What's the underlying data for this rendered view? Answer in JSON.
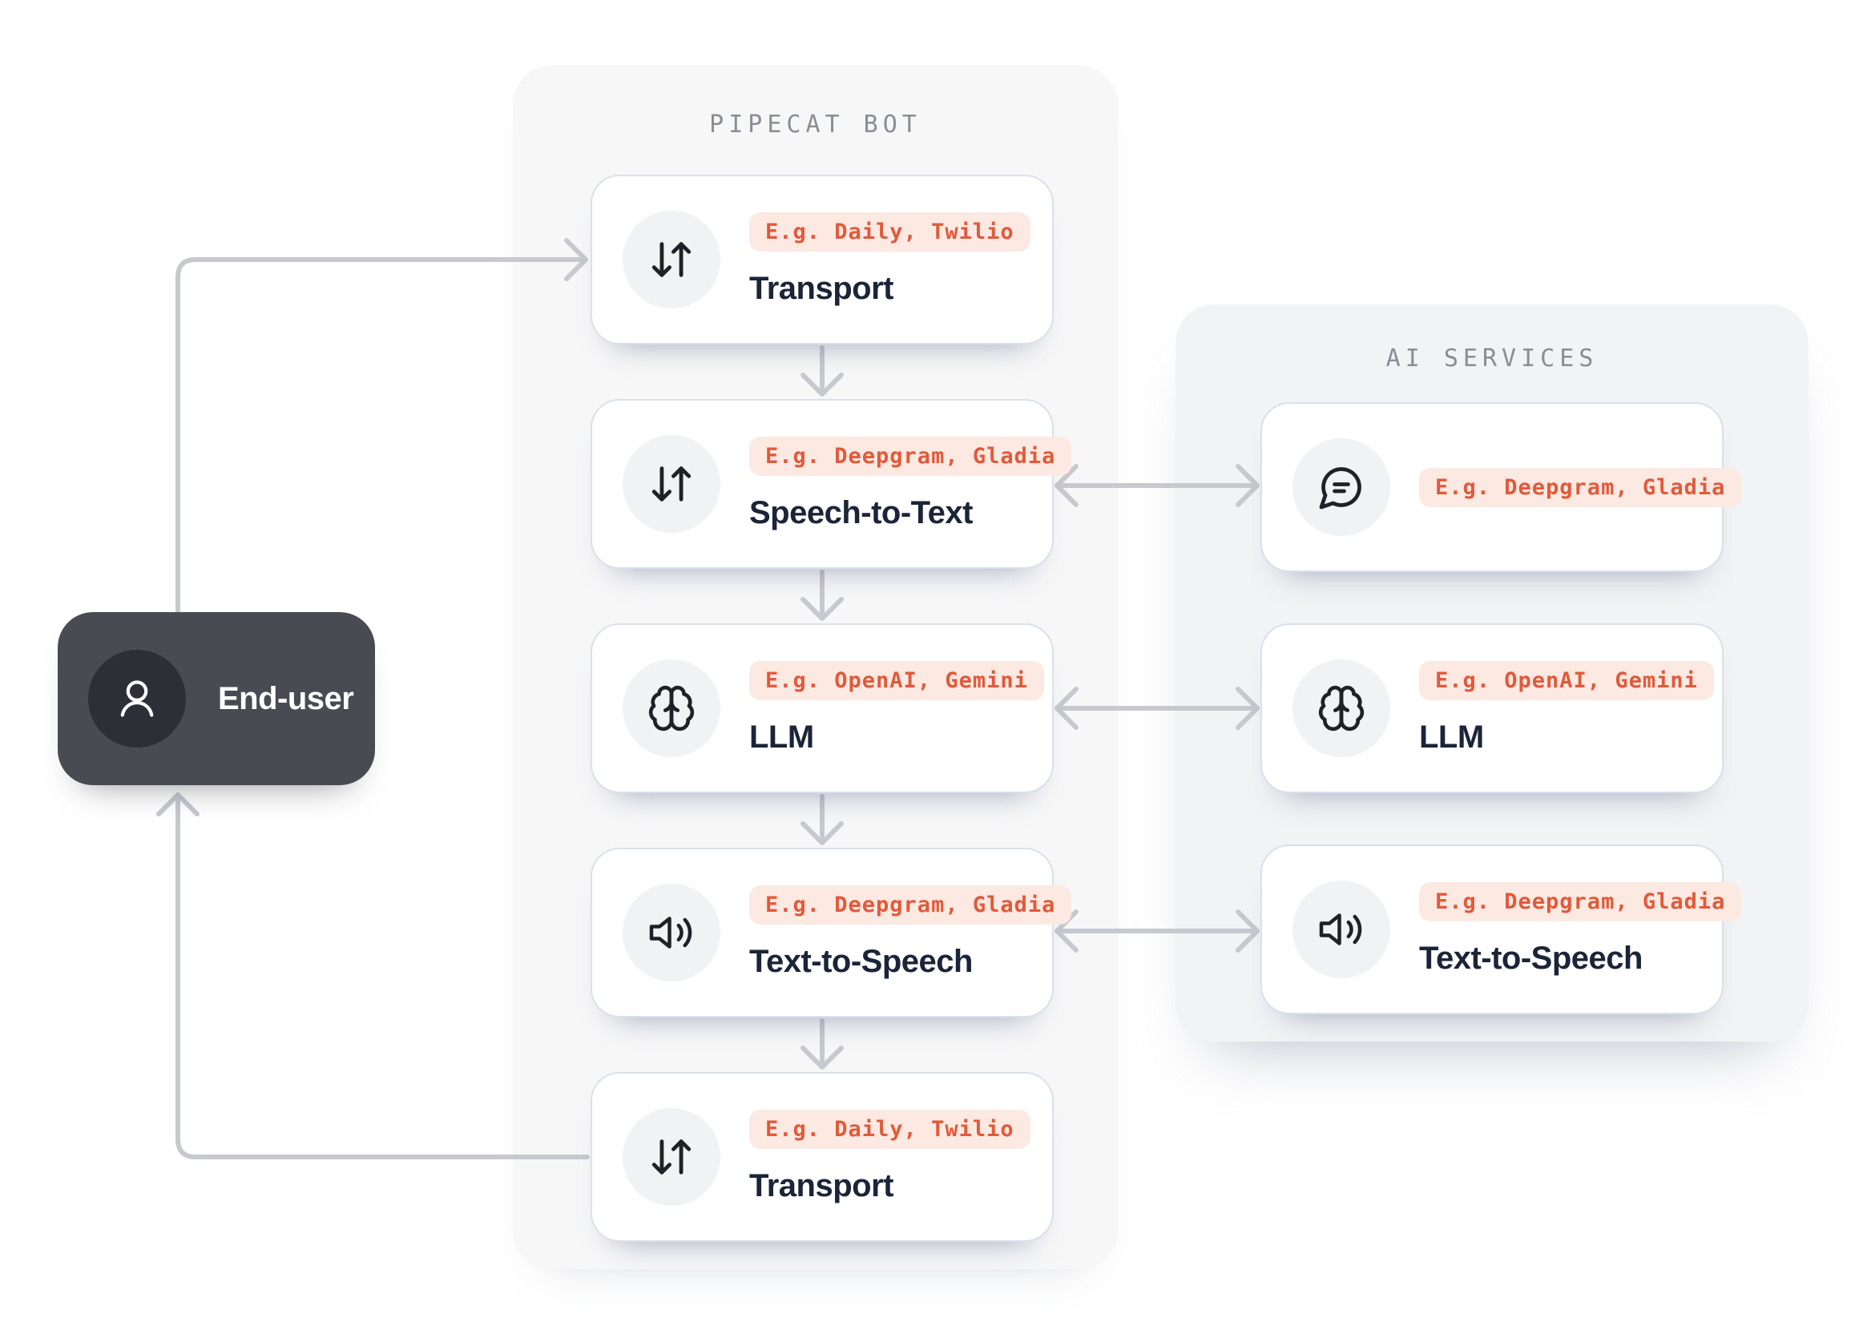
{
  "colors": {
    "page_bg": "#ffffff",
    "bot_panel_bg": "#f7f7f8",
    "ai_panel_bg": "#f2f3f5",
    "card_bg": "#ffffff",
    "card_border": "#dae0eb",
    "icon_circle_bg": "#f1f2f4",
    "badge_bg": "#fbe9e2",
    "badge_text": "#e05a3b",
    "card_title_text": "#1b2438",
    "panel_title_text": "#8a8d93",
    "arrow": "#c7c9cf",
    "end_user_bg": "#4a4b52",
    "end_user_circle_bg": "#2e2f36",
    "end_user_text": "#ffffff"
  },
  "end_user": {
    "label": "End-user",
    "icon": "user-icon"
  },
  "pipecat_bot": {
    "title": "PIPECAT BOT",
    "cards": [
      {
        "id": "transport-in",
        "icon": "arrows-up-down-icon",
        "badge": "E.g. Daily, Twilio",
        "title": "Transport"
      },
      {
        "id": "speech-to-text",
        "icon": "arrows-up-down-icon",
        "badge": "E.g. Deepgram, Gladia",
        "title": "Speech-to-Text"
      },
      {
        "id": "llm",
        "icon": "brain-icon",
        "badge": "E.g. OpenAI, Gemini",
        "title": "LLM"
      },
      {
        "id": "text-to-speech",
        "icon": "volume-icon",
        "badge": "E.g. Deepgram, Gladia",
        "title": "Text-to-Speech"
      },
      {
        "id": "transport-out",
        "icon": "arrows-up-down-icon",
        "badge": "E.g. Daily, Twilio",
        "title": "Transport"
      }
    ]
  },
  "ai_services": {
    "title": "AI SERVICES",
    "cards": [
      {
        "id": "stt-service",
        "icon": "speech-bubble-icon",
        "badge": "E.g. Deepgram, Gladia",
        "title": ""
      },
      {
        "id": "llm-service",
        "icon": "brain-icon",
        "badge": "E.g. OpenAI, Gemini",
        "title": "LLM"
      },
      {
        "id": "tts-service",
        "icon": "volume-icon",
        "badge": "E.g. Deepgram, Gladia",
        "title": "Text-to-Speech"
      }
    ]
  }
}
